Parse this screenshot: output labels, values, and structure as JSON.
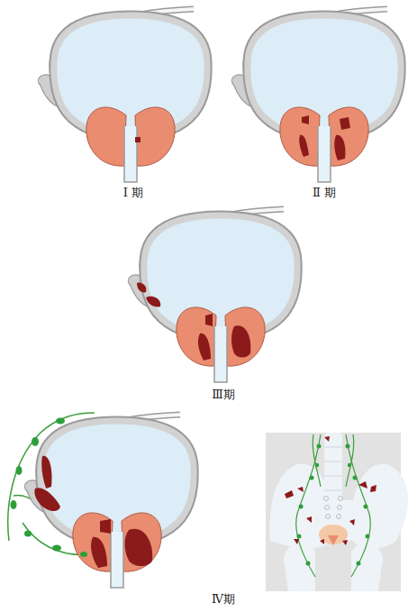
{
  "diagram": {
    "labels": [
      "Ⅰ 期",
      "Ⅱ 期",
      "Ⅲ期",
      "Ⅳ期"
    ]
  }
}
